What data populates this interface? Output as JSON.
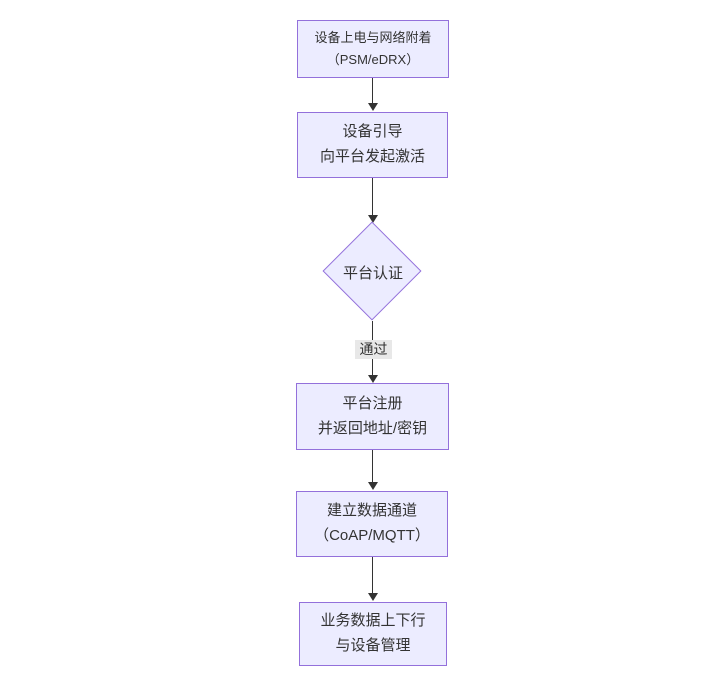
{
  "diagram": {
    "type": "flowchart-vertical",
    "colors": {
      "node_fill": "#ECECFF",
      "node_border": "#9370DB",
      "text": "#333333",
      "edge": "#333333",
      "edge_label_bg": "#e8e8e8",
      "background": "#ffffff"
    },
    "nodes": [
      {
        "id": "power",
        "shape": "rect",
        "lines": [
          "设备上电与网络附着",
          "（PSM/eDRX）"
        ]
      },
      {
        "id": "boot",
        "shape": "rect",
        "lines": [
          "设备引导",
          "向平台发起激活"
        ]
      },
      {
        "id": "auth",
        "shape": "diamond",
        "lines": [
          "平台认证"
        ]
      },
      {
        "id": "register",
        "shape": "rect",
        "lines": [
          "平台注册",
          "并返回地址/密钥"
        ]
      },
      {
        "id": "channel",
        "shape": "rect",
        "lines": [
          "建立数据通道",
          "（CoAP/MQTT）"
        ]
      },
      {
        "id": "business",
        "shape": "rect",
        "lines": [
          "业务数据上下行",
          "与设备管理"
        ]
      }
    ],
    "edges": [
      {
        "from": "power",
        "to": "boot",
        "label": ""
      },
      {
        "from": "boot",
        "to": "auth",
        "label": ""
      },
      {
        "from": "auth",
        "to": "register",
        "label": "通过"
      },
      {
        "from": "register",
        "to": "channel",
        "label": ""
      },
      {
        "from": "channel",
        "to": "business",
        "label": ""
      }
    ]
  }
}
